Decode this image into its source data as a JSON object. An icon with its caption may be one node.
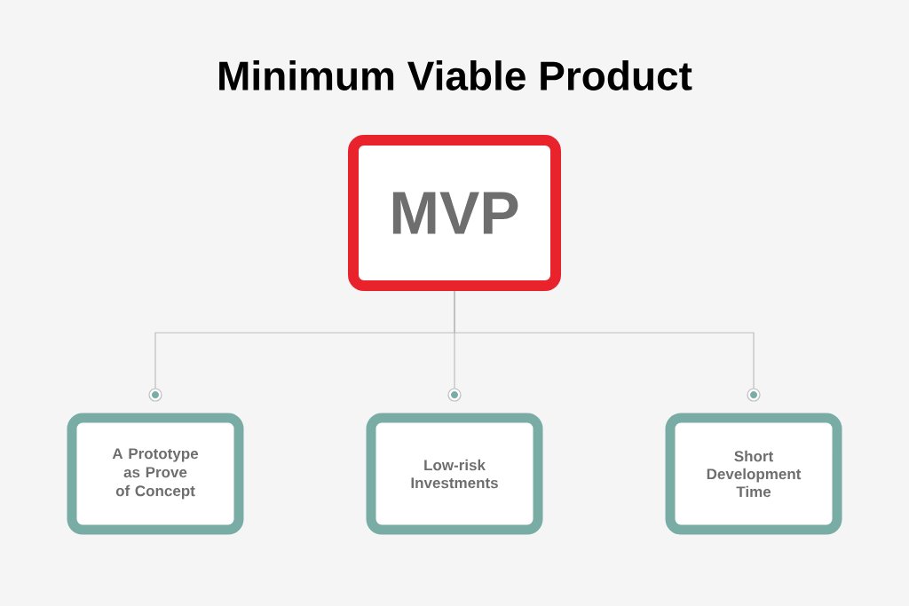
{
  "diagram": {
    "title": "Minimum Viable Product",
    "nodes": [
      {
        "text": [
          "MVP"
        ]
      },
      {
        "text": [
          "A Prototype as Prove of Concept"
        ]
      },
      {
        "text": [
          "Low-risk Investments"
        ]
      },
      {
        "text": [
          "Short Development Time"
        ]
      }
    ],
    "edges": [
      {
        "from": 0,
        "to": 1,
        "arrow": "to"
      },
      {
        "from": 0,
        "to": 2,
        "arrow": "to"
      },
      {
        "from": 0,
        "to": 3,
        "arrow": "to"
      }
    ]
  }
}
